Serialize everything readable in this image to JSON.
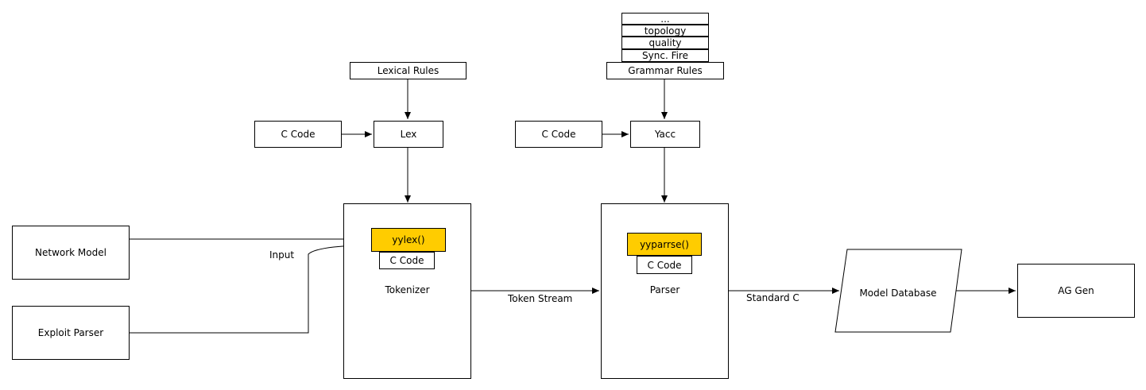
{
  "nodes": {
    "lexical_rules": "Lexical Rules",
    "c_code_lex": "C Code",
    "lex": "Lex",
    "grammar_rules": "Grammar Rules",
    "c_code_yacc": "C Code",
    "yacc": "Yacc",
    "network_model": "Network Model",
    "exploit_parser": "Exploit Parser",
    "tokenizer": "Tokenizer",
    "yylex": "yylex()",
    "c_code_tokenizer": "C Code",
    "parser": "Parser",
    "yyparse": "yyparrse()",
    "c_code_parser": "C Code",
    "model_database": "Model Database",
    "ag_gen": "AG Gen"
  },
  "grammar_stack": [
    "...",
    "topology",
    "quality",
    "Sync. Fire"
  ],
  "edge_labels": {
    "input": "Input",
    "token_stream": "Token Stream",
    "standard_c": "Standard C"
  },
  "colors": {
    "highlight": "#ffcc00",
    "stroke": "#000000"
  }
}
